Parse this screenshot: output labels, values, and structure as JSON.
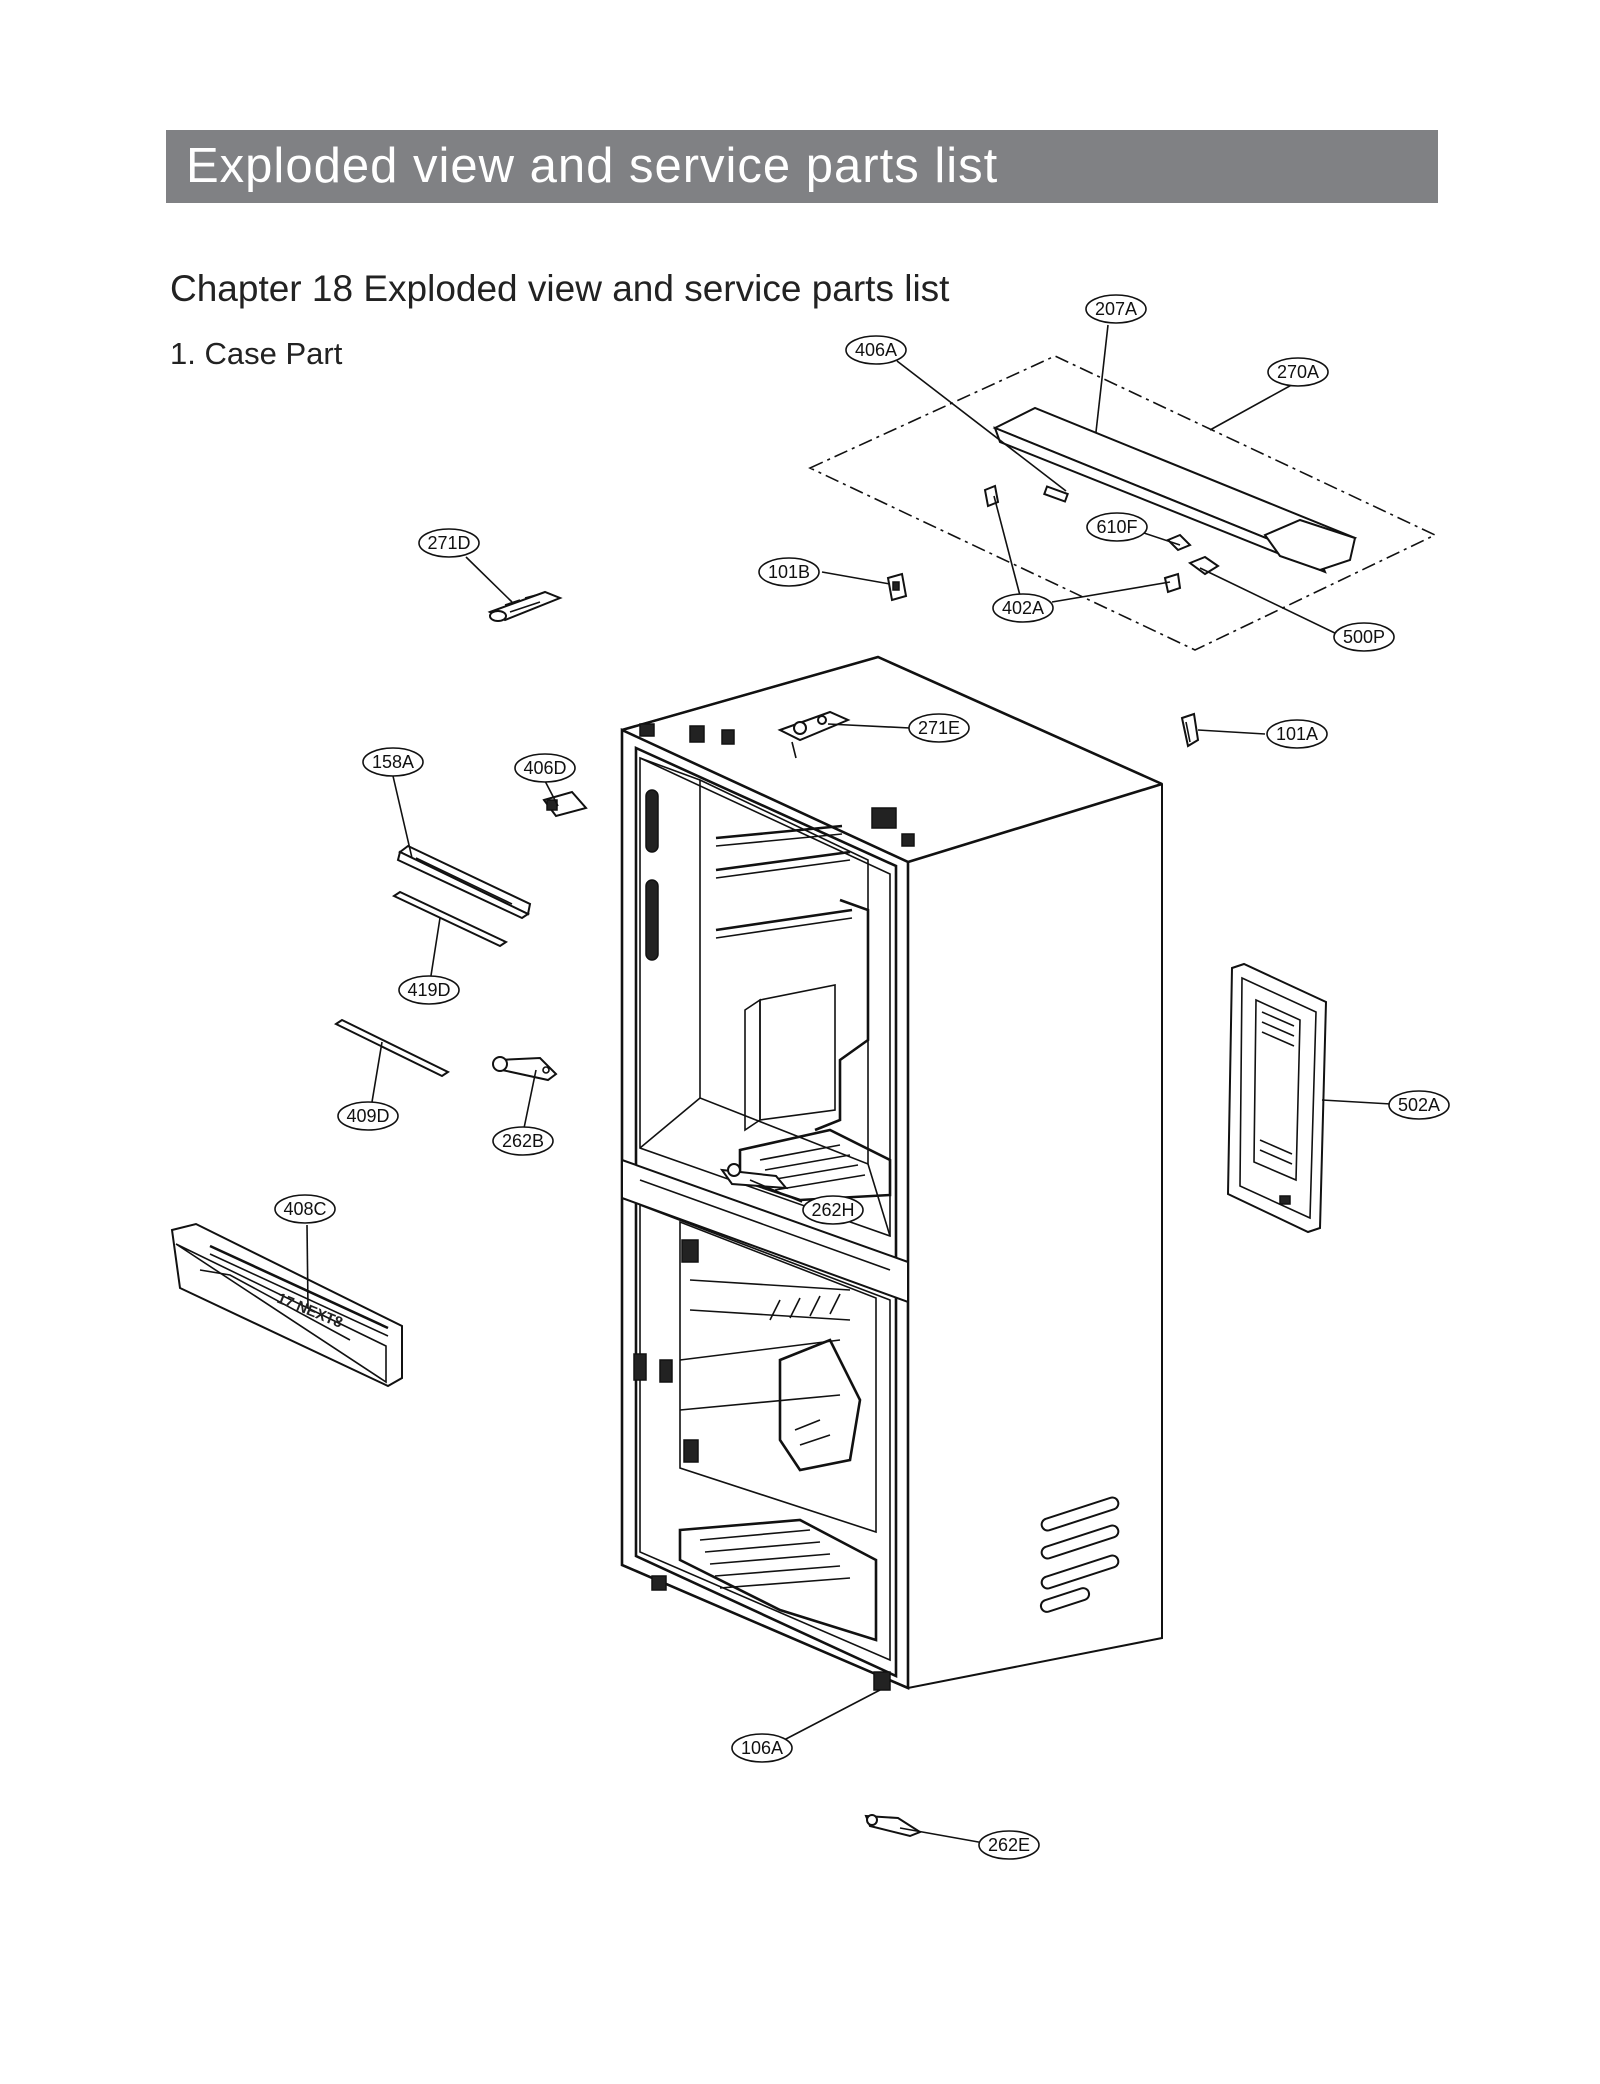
{
  "header": {
    "title": "Exploded view and service parts list"
  },
  "chapter_title": "Chapter 18 Exploded view and service parts list",
  "section_title": "1. Case Part",
  "callouts": {
    "c207A": "207A",
    "c406A": "406A",
    "c270A": "270A",
    "c271D": "271D",
    "c101B": "101B",
    "c610F": "610F",
    "c402A": "402A",
    "c500P": "500P",
    "c271E": "271E",
    "c101A": "101A",
    "c158A": "158A",
    "c406D": "406D",
    "c419D": "419D",
    "c409D": "409D",
    "c262B": "262B",
    "c502A": "502A",
    "c262H": "262H",
    "c408C": "408C",
    "c106A": "106A",
    "c262E": "262E"
  },
  "part_marking": "17 NEXT8"
}
